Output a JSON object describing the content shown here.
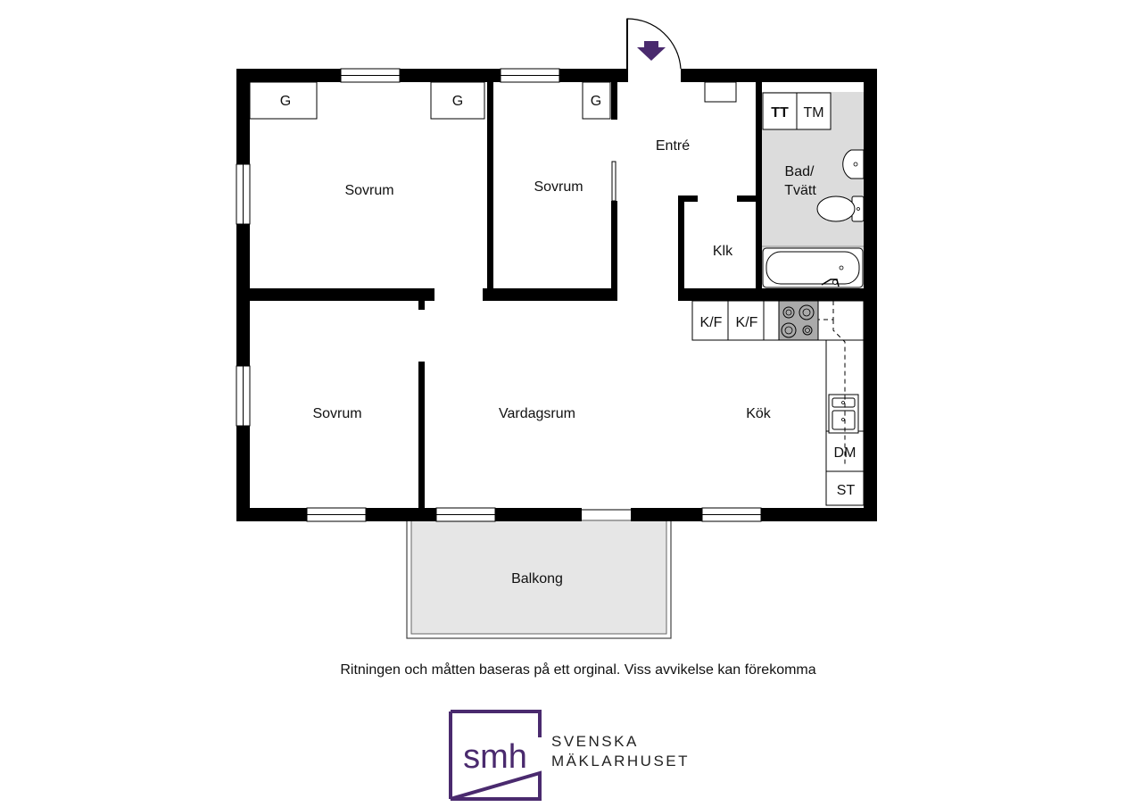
{
  "rooms": {
    "sovrum_top_left": "Sovrum",
    "sovrum_top_mid": "Sovrum",
    "sovrum_bottom_left": "Sovrum",
    "entre": "Entré",
    "bad_line1": "Bad/",
    "bad_line2": "Tvätt",
    "klk": "Klk",
    "vardagsrum": "Vardagsrum",
    "kok": "Kök",
    "balkong": "Balkong"
  },
  "fixtures": {
    "g1": "G",
    "g2": "G",
    "g3": "G",
    "tt": "TT",
    "tm": "TM",
    "kf1": "K/F",
    "kf2": "K/F",
    "dm": "DM",
    "st": "ST"
  },
  "disclaimer": "Ritningen och måtten baseras på ett orginal. Viss avvikelse kan förekomma",
  "brand": {
    "mark": "smh",
    "line1": "SVENSKA",
    "line2": "MÄKLARHUSET",
    "color": "#4a2a6e"
  },
  "colors": {
    "wall": "#000000",
    "wet_room": "#dcdcdc",
    "balcony": "#e6e6e6",
    "entry_arrow": "#4a2a6e"
  }
}
